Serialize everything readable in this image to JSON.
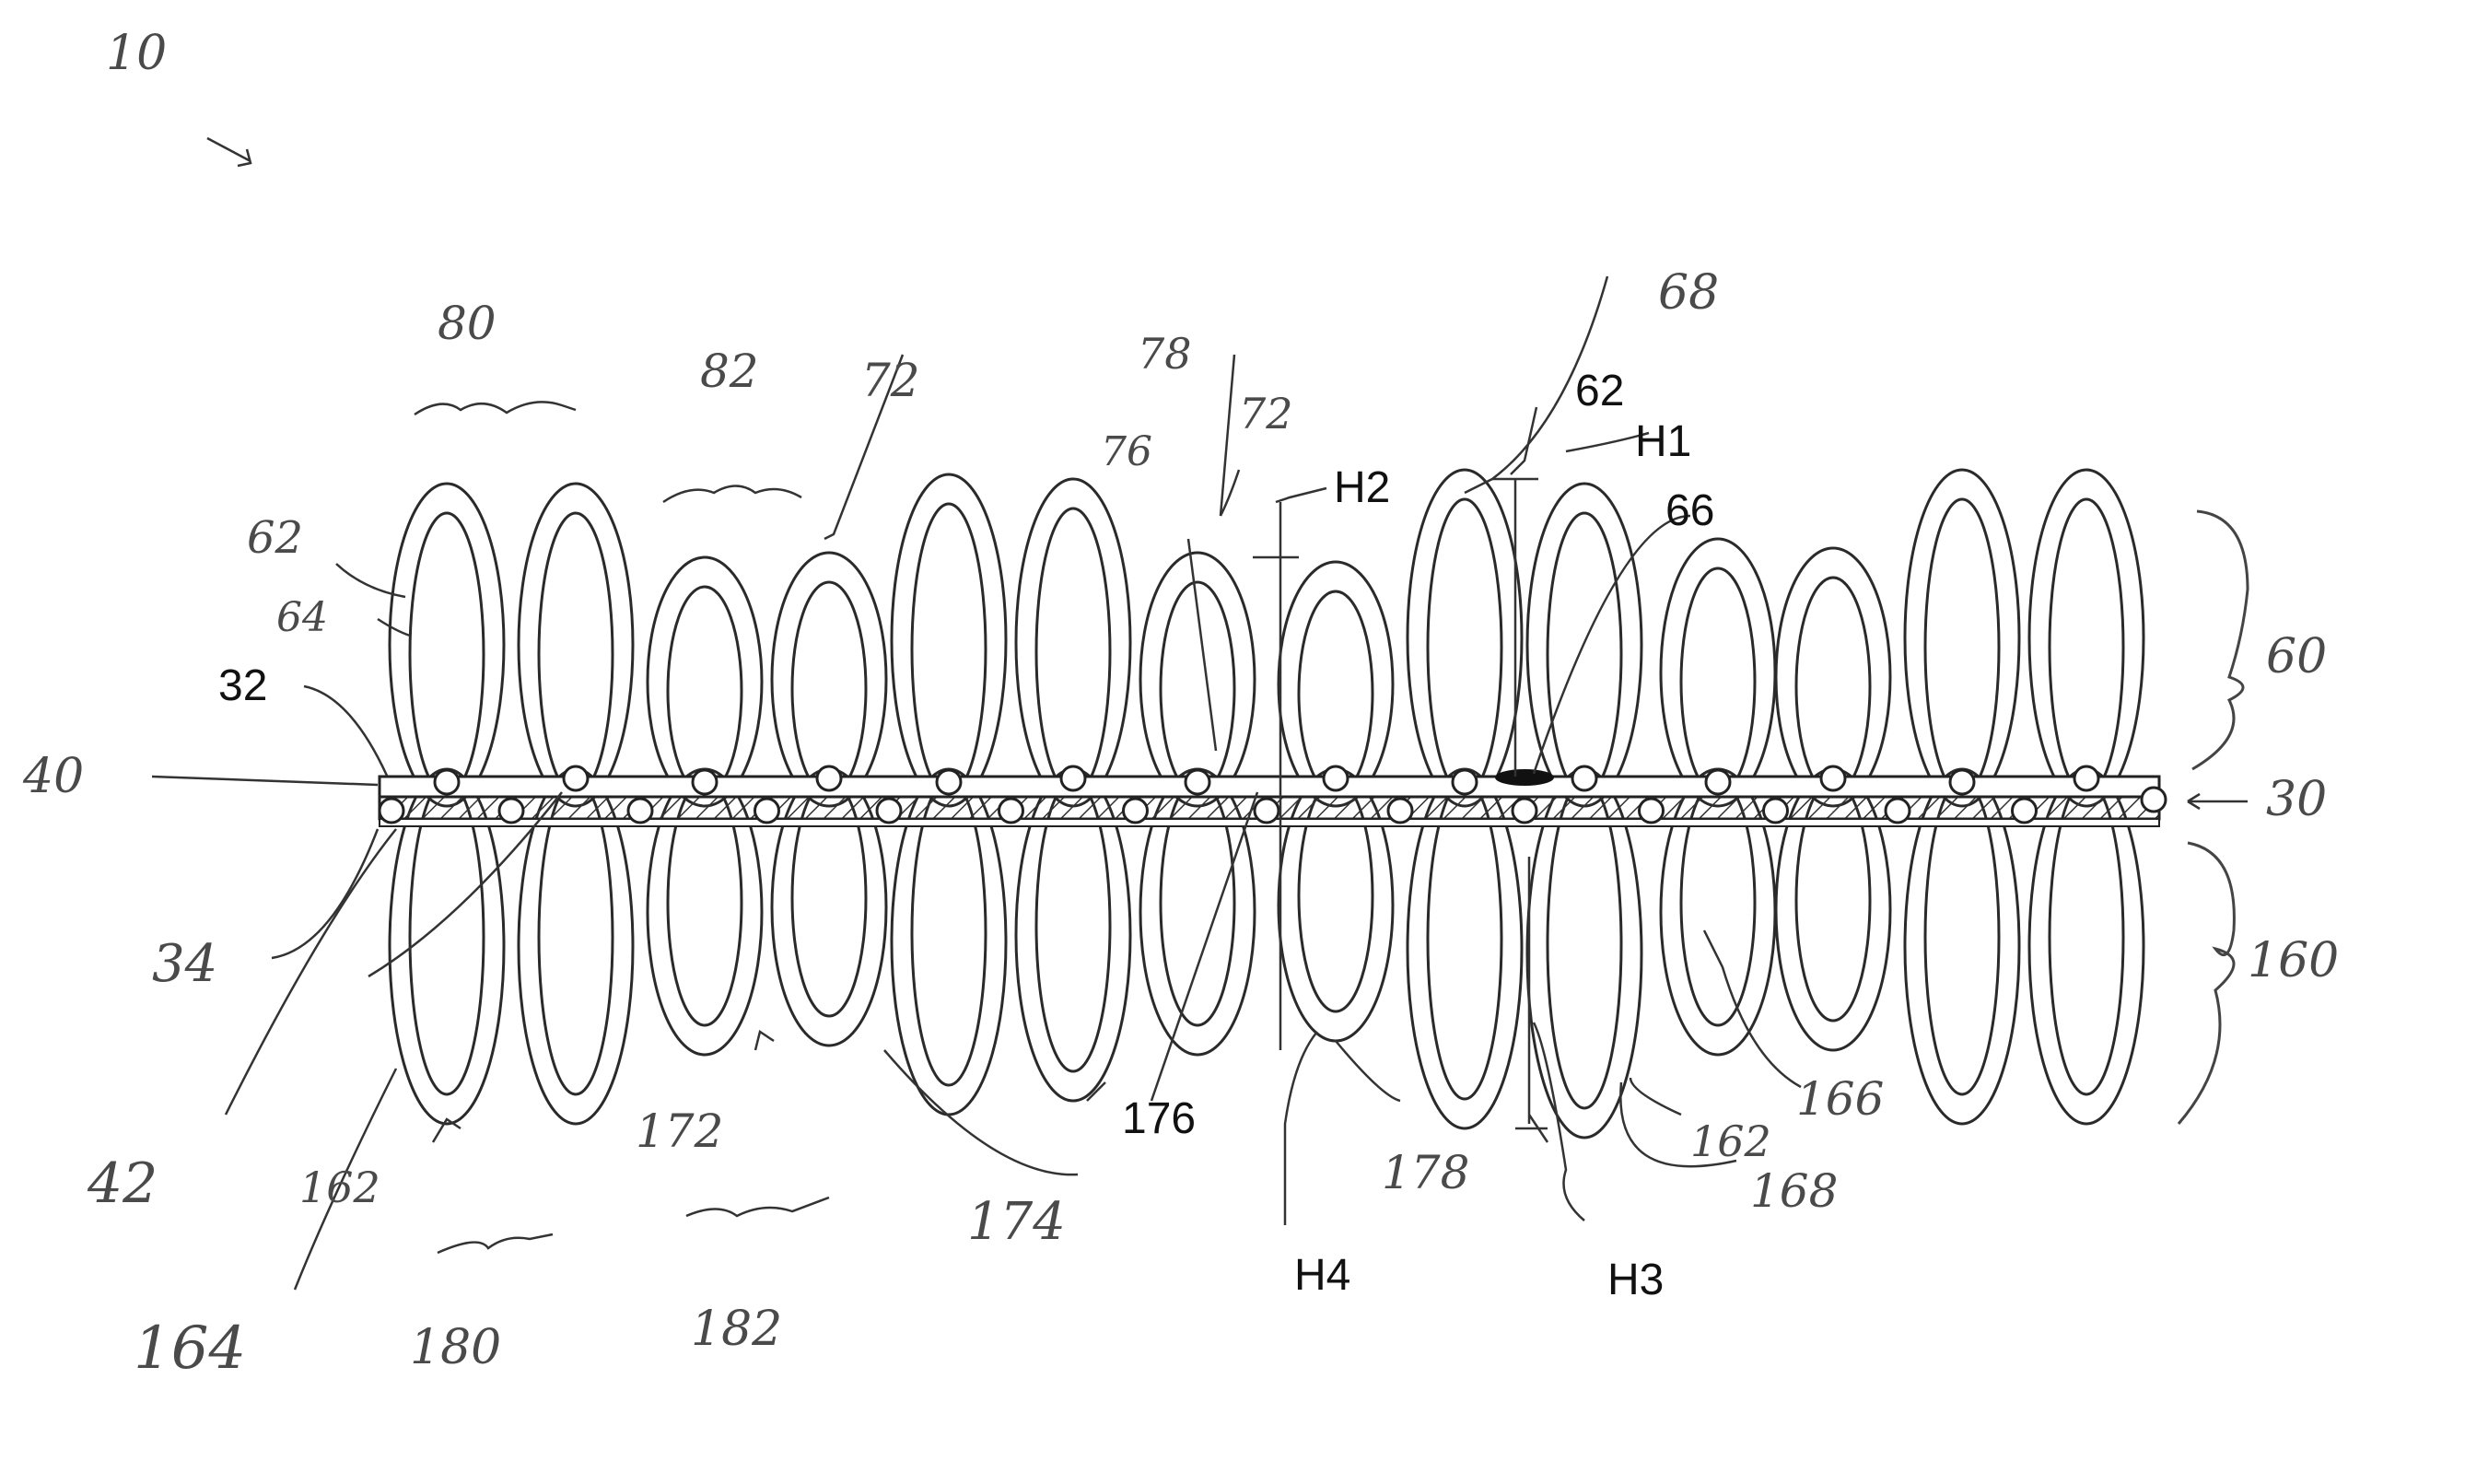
{
  "figure": {
    "main_ref": "10",
    "labels": {
      "l80": "80",
      "l82": "82",
      "l72a": "72",
      "l78": "78",
      "l72b": "72",
      "l76": "76",
      "l68": "68",
      "l62top": "62",
      "lH1": "H1",
      "lH2": "H2",
      "l66": "66",
      "l62left": "62",
      "l64": "64",
      "l32": "32",
      "l40": "40",
      "l30": "30",
      "l60": "60",
      "l34": "34",
      "l160": "160",
      "l176": "176",
      "l166": "166",
      "l162r": "162",
      "l162l": "162",
      "l172": "172",
      "l174": "174",
      "l178": "178",
      "l168": "168",
      "l42": "42",
      "lH4": "H4",
      "lH3": "H3",
      "l180": "180",
      "l182": "182",
      "l164": "164"
    }
  }
}
